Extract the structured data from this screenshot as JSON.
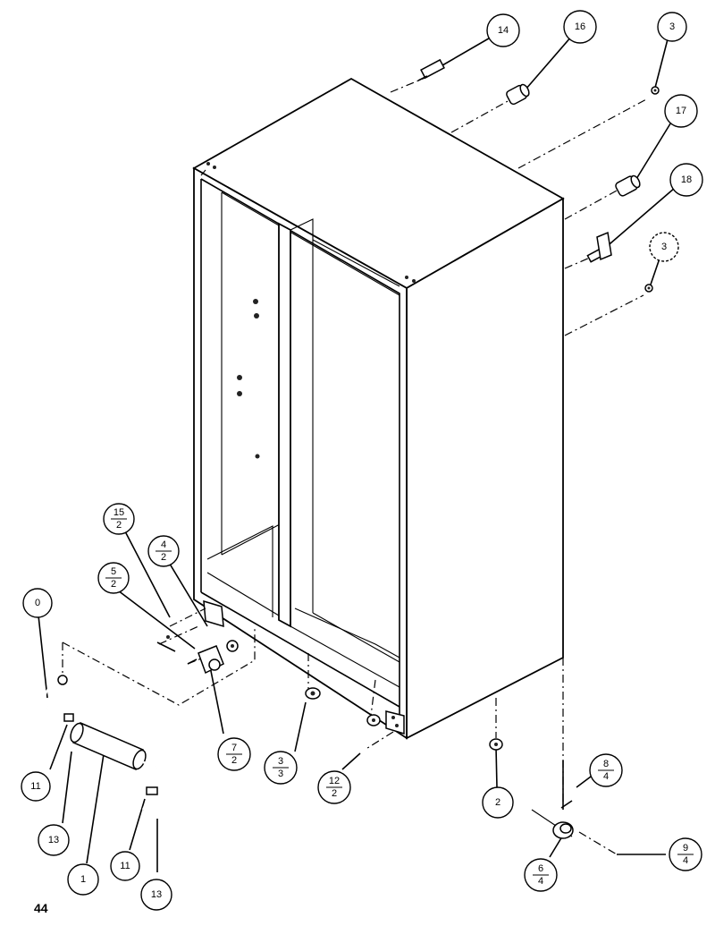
{
  "page_number": "44",
  "callouts": [
    {
      "id": "c14",
      "top": "14",
      "bottom": ""
    },
    {
      "id": "c16",
      "top": "16",
      "bottom": ""
    },
    {
      "id": "c3a",
      "top": "3",
      "bottom": ""
    },
    {
      "id": "c17",
      "top": "17",
      "bottom": ""
    },
    {
      "id": "c18",
      "top": "18",
      "bottom": ""
    },
    {
      "id": "c3b",
      "top": "3",
      "bottom": ""
    },
    {
      "id": "c15_2",
      "top": "15",
      "bottom": "2"
    },
    {
      "id": "c4_2",
      "top": "4",
      "bottom": "2"
    },
    {
      "id": "c5_2",
      "top": "5",
      "bottom": "2"
    },
    {
      "id": "c0",
      "top": "0",
      "bottom": ""
    },
    {
      "id": "c7_2",
      "top": "7",
      "bottom": "2"
    },
    {
      "id": "c3_3",
      "top": "3",
      "bottom": "3"
    },
    {
      "id": "c12_2",
      "top": "12",
      "bottom": "2"
    },
    {
      "id": "c11a",
      "top": "11",
      "bottom": ""
    },
    {
      "id": "c13a",
      "top": "13",
      "bottom": ""
    },
    {
      "id": "c1",
      "top": "1",
      "bottom": ""
    },
    {
      "id": "c11b",
      "top": "11",
      "bottom": ""
    },
    {
      "id": "c13b",
      "top": "13",
      "bottom": ""
    },
    {
      "id": "c2",
      "top": "2",
      "bottom": ""
    },
    {
      "id": "c8_4",
      "top": "8",
      "bottom": "4"
    },
    {
      "id": "c9_4",
      "top": "9",
      "bottom": "4"
    },
    {
      "id": "c6_4",
      "top": "6",
      "bottom": "4"
    }
  ]
}
